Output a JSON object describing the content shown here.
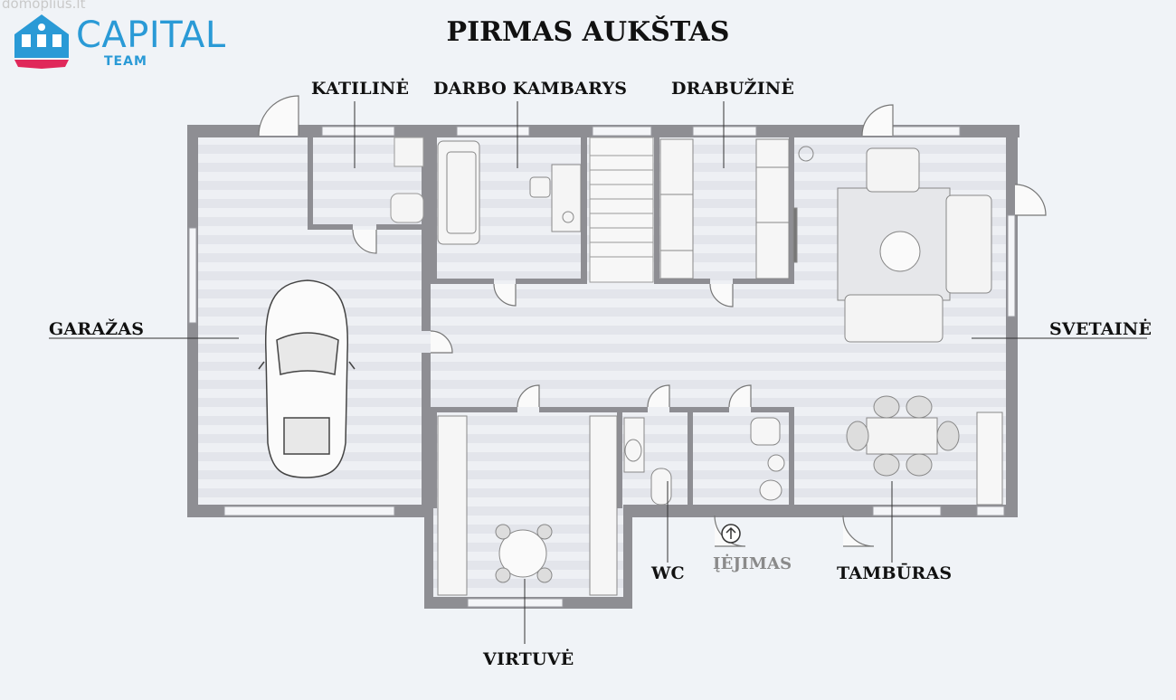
{
  "watermark": "domoplius.lt",
  "logo": {
    "text": "CAPITAL",
    "subtext": "TEAM"
  },
  "title": "PIRMAS AUKŠTAS",
  "rooms": {
    "katiline": "KATILINĖ",
    "darbo_kambarys": "DARBO KAMBARYS",
    "drabuzine": "DRABUŽINĖ",
    "garazas": "GARAŽAS",
    "svetaine": "SVETAINĖ",
    "wc": "WC",
    "iejimas": "ĮĖJIMAS",
    "tamburas": "TAMBŪRAS",
    "virtuve": "VIRTUVĖ"
  },
  "colors": {
    "wall": "#8e8e93",
    "floor": "#eef0f4",
    "stripe": "#e2e4ea",
    "brand": "#2a9ad6",
    "brand_accent": "#e0285a"
  }
}
